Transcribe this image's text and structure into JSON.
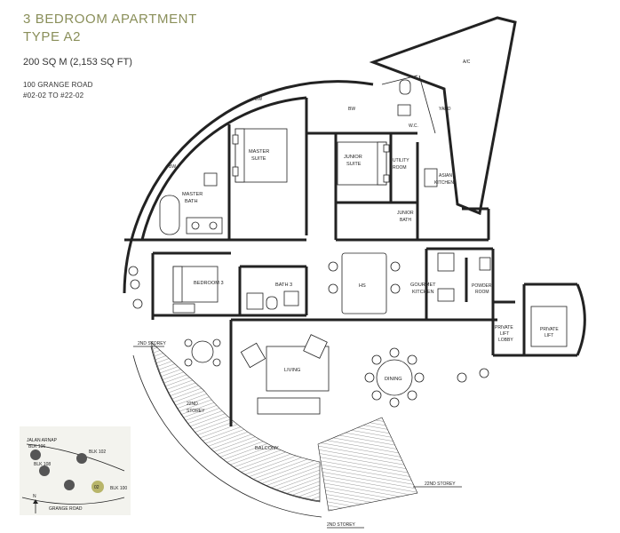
{
  "header": {
    "title_line1": "3 BEDROOM APARTMENT",
    "title_line2": "TYPE A2",
    "area": "200 SQ M (2,153 SQ FT)",
    "address_line1": "100 GRANGE ROAD",
    "address_line2": "#02-02 TO #22-02"
  },
  "rooms": {
    "master_suite": [
      "MASTER",
      "SUITE"
    ],
    "master_bath": [
      "MASTER",
      "BATH"
    ],
    "junior_suite": [
      "JUNIOR",
      "SUITE"
    ],
    "utility_room": [
      "UTILITY",
      "ROOM"
    ],
    "junior_bath": [
      "JUNIOR",
      "BATH"
    ],
    "asian_kitchen": [
      "ASIAN",
      "KITCHEN"
    ],
    "bedroom3": "BEDROOM 3",
    "bath3": "BATH 3",
    "hs": "HS",
    "gourmet_kitchen": [
      "GOURMET",
      "KITCHEN"
    ],
    "powder_room": [
      "POWDER",
      "ROOM"
    ],
    "private_lift_lobby": [
      "PRIVATE",
      "LIFT",
      "LOBBY"
    ],
    "private_lift": [
      "PRIVATE",
      "LIFT"
    ],
    "living": "LIVING",
    "dining": "DINING",
    "balcony": "BALCONY",
    "wc": "W.C.",
    "yard": "YARD",
    "ac": "A/C",
    "bw1": "BW",
    "bw2": "BW",
    "bw3": "BW"
  },
  "annotations": {
    "second_storey_a": "2ND STOREY",
    "second_storey_b": [
      "22ND",
      "STOREY"
    ],
    "twentysecond_storey": "22ND STOREY",
    "second_storey_c": "2ND STOREY"
  },
  "keyplan": {
    "road_top": "JALAN ARNAP",
    "road_bottom": "GRANGE ROAD",
    "blk106": "BLK 106",
    "blk102": "BLK 102",
    "blk108": "BLK 108",
    "blk100": "BLK 100",
    "unit": "02",
    "north": "N"
  },
  "colors": {
    "title": "#8a8f5a",
    "highlight": "#b8b56a"
  }
}
